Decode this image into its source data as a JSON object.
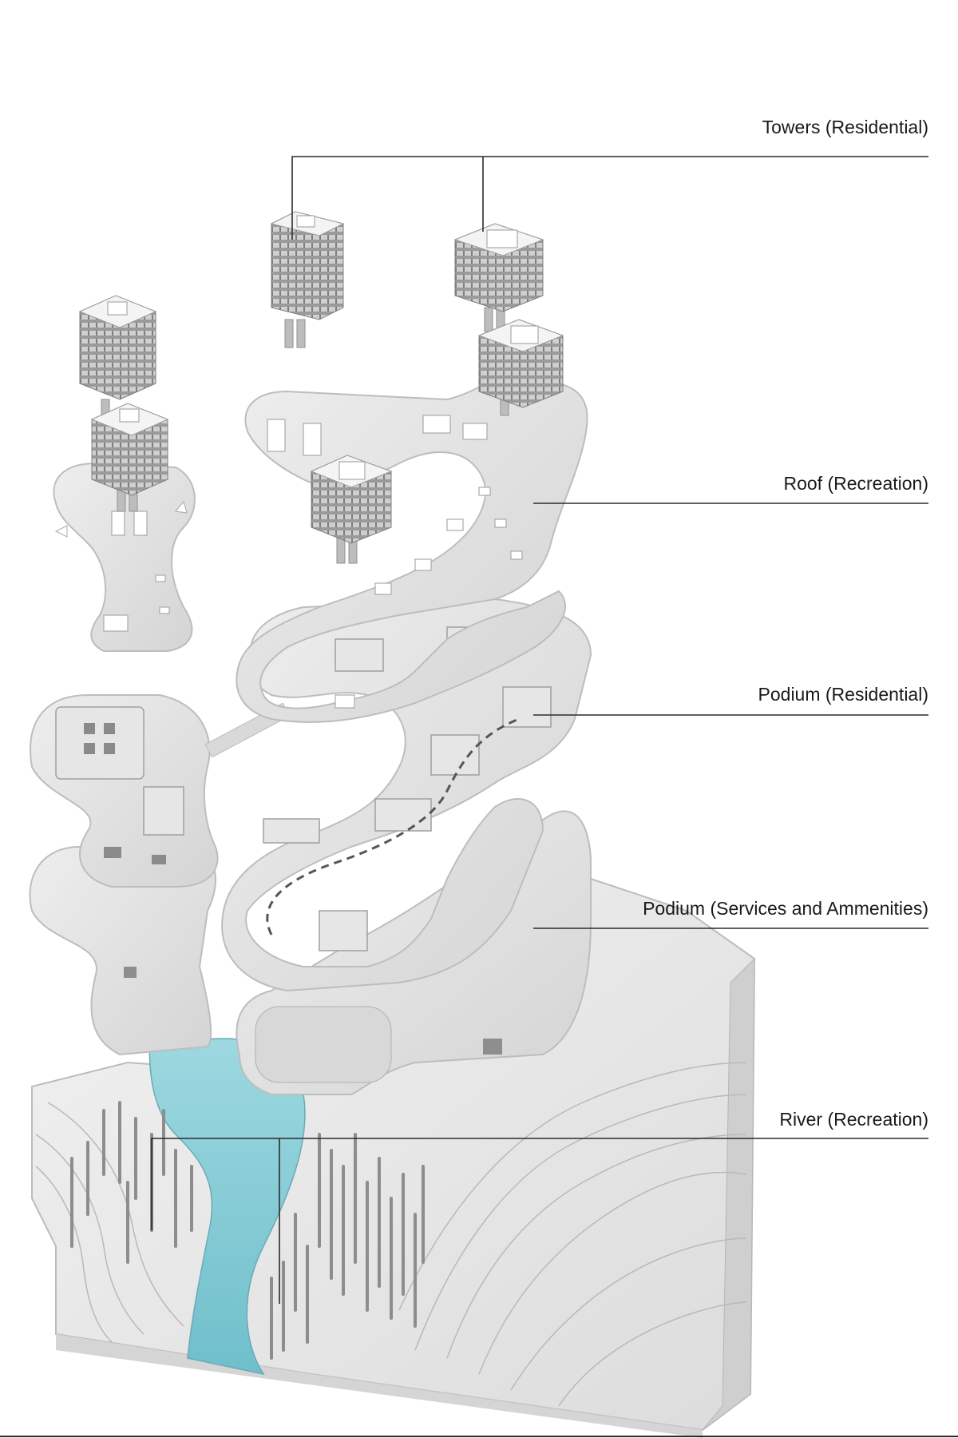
{
  "labels": {
    "towers": "Towers (Residential)",
    "roof": "Roof (Recreation)",
    "podium_residential": "Podium (Residential)",
    "podium_services": "Podium (Services and Ammenities)",
    "river": "River (Recreation)"
  },
  "colors": {
    "background": "#ffffff",
    "slab": "#e3e3e3",
    "slab_edge": "#bdbdbd",
    "terrain": "#ececec",
    "river": "#86ccd6",
    "leader": "#2b2b2b",
    "text": "#1a1a1a"
  }
}
